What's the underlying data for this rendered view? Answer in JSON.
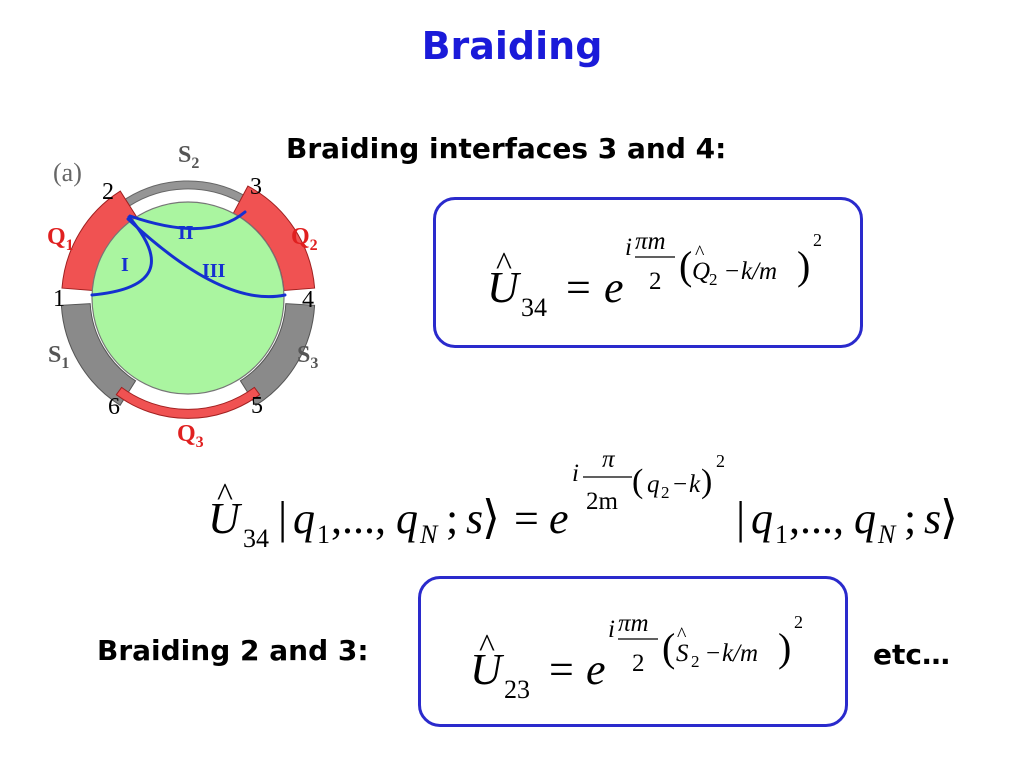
{
  "title": "Braiding",
  "heading_34": "Braiding interfaces 3 and 4:",
  "heading_23": "Braiding 2 and 3:",
  "etc": "etc…",
  "diagram": {
    "panel_label": "(a)",
    "nodes": [
      "1",
      "2",
      "3",
      "4",
      "5",
      "6"
    ],
    "s_labels": [
      {
        "base": "S",
        "sub": "1"
      },
      {
        "base": "S",
        "sub": "2"
      },
      {
        "base": "S",
        "sub": "3"
      }
    ],
    "q_labels": [
      {
        "base": "Q",
        "sub": "1"
      },
      {
        "base": "Q",
        "sub": "2"
      },
      {
        "base": "Q",
        "sub": "3"
      }
    ],
    "regions": [
      "I",
      "II",
      "III"
    ],
    "colors": {
      "fill": "#aaf5a0",
      "q_segment": "#f05252",
      "s_segment": "#8a8a8a",
      "curves": "#1530d0",
      "q_label": "#e02020"
    }
  },
  "eq1": {
    "lhs_base": "U",
    "lhs_hat": "^",
    "lhs_sub": "34",
    "eq": "=",
    "base": "e",
    "i": "i",
    "num": "πm",
    "den": "2",
    "lp": "(",
    "op_hat": "^",
    "op": "Q",
    "op_sub": "2",
    "minus": "−",
    "kpart": "k/m",
    "rp": ")",
    "pow": "2"
  },
  "eq2": {
    "lhs_base": "U",
    "lhs_hat": "^",
    "lhs_sub": "34",
    "bar": "|",
    "q1": "q",
    "q1_sub": "1",
    "dots": ",...,",
    "qn": "q",
    "qn_sub": "N",
    "semi": ";",
    "s": "s",
    "rangle": "⟩",
    "eq": "=",
    "base": "e",
    "i": "i",
    "num": "π",
    "den": "2m",
    "lp": "(",
    "q2": "q",
    "q2_sub": "2",
    "minus": "−",
    "k": "k",
    "rp": ")",
    "pow": "2",
    "r_bar": "|",
    "r_q1": "q",
    "r_q1_sub": "1",
    "r_dots": ",...,",
    "r_qn": "q",
    "r_qn_sub": "N",
    "r_semi": ";",
    "r_s": "s",
    "r_rangle": "⟩"
  },
  "eq3": {
    "lhs_base": "U",
    "lhs_hat": "^",
    "lhs_sub": "23",
    "eq": "=",
    "base": "e",
    "i": "i",
    "num": "πm",
    "den": "2",
    "lp": "(",
    "op_hat": "^",
    "op": "S",
    "op_sub": "2",
    "minus": "−",
    "kpart": "k/m",
    "rp": ")",
    "pow": "2"
  }
}
